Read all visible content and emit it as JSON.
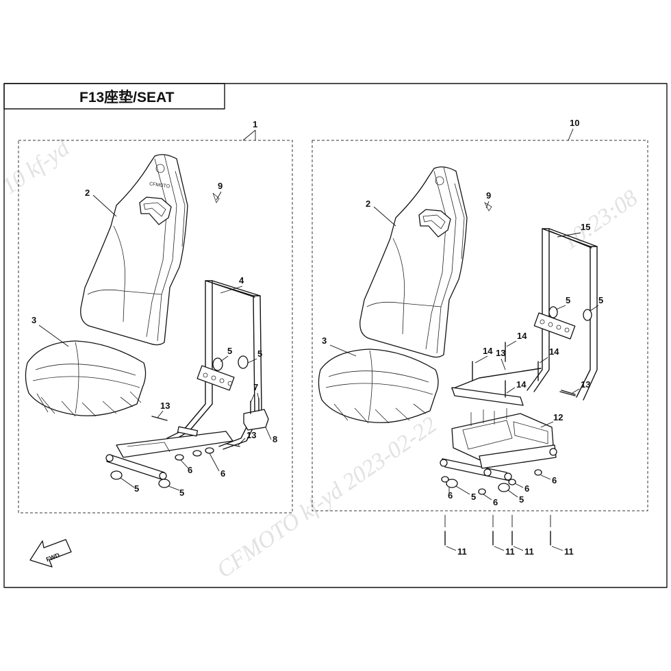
{
  "title": "F13座垫/SEAT",
  "watermark": {
    "left": "10  kf-yd",
    "middle": "CFMOTO  kf-yd  2023-02-22",
    "time": "10:23:08"
  },
  "fwd_label": "FWD",
  "assemblies": [
    {
      "id": "1",
      "label": "1"
    },
    {
      "id": "10",
      "label": "10"
    }
  ],
  "left_callouts": [
    "2",
    "9",
    "3",
    "4",
    "5",
    "5",
    "7",
    "13",
    "13",
    "8",
    "6",
    "6",
    "5",
    "5"
  ],
  "right_callouts": [
    "2",
    "9",
    "15",
    "5",
    "5",
    "3",
    "14",
    "14",
    "13",
    "14",
    "14",
    "13",
    "12",
    "6",
    "6",
    "5",
    "6",
    "6",
    "5",
    "11",
    "11",
    "11",
    "11"
  ],
  "logo_text": "CFMOTO"
}
